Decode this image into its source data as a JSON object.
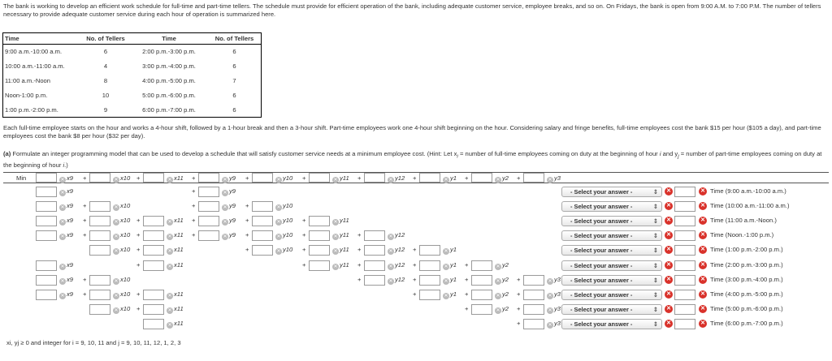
{
  "intro": "The bank is working to develop an efficient work schedule for full-time and part-time tellers. The schedule must provide for efficient operation of the bank, including adequate customer service, employee breaks, and so on. On Fridays, the bank is open from 9:00 A.M. to 7:00 P.M. The number of tellers necessary to provide adequate customer service during each hour of operation is summarized here.",
  "tellers_table": {
    "headers": [
      "Time",
      "No. of Tellers",
      "Time",
      "No. of Tellers"
    ],
    "rows": [
      [
        "9:00 a.m.-10:00 a.m.",
        "6",
        "2:00 p.m.-3:00 p.m.",
        "6"
      ],
      [
        "10:00 a.m.-11:00 a.m.",
        "4",
        "3:00 p.m.-4:00 p.m.",
        "6"
      ],
      [
        "11:00 a.m.-Noon",
        "8",
        "4:00 p.m.-5:00 p.m.",
        "7"
      ],
      [
        "Noon-1:00 p.m.",
        "10",
        "5:00 p.m.-6:00 p.m.",
        "6"
      ],
      [
        "1:00 p.m.-2:00 p.m.",
        "9",
        "6:00 p.m.-7:00 p.m.",
        "6"
      ]
    ]
  },
  "description": "Each full-time employee starts on the hour and works a 4-hour shift, followed by a 1-hour break and then a 3-hour shift. Part-time employees work one 4-hour shift beginning on the hour. Considering salary and fringe benefits, full-time employees cost the bank $15 per hour ($105 a day), and part-time employees cost the bank $8 per hour ($32 per day).",
  "part_a": {
    "label": "(a)",
    "text": "Formulate an integer programming model that can be used to develop a schedule that will satisfy customer service needs at a minimum employee cost. (Hint: Let x",
    "hint_i": "i",
    "text2": " = number of full-time employees coming on duty at the beginning of hour ",
    "i2": "i",
    "text3": " and y",
    "j": "j",
    "text4": " = number of part-time employees coming on duty at the beginning of hour ",
    "i3": "i",
    "text5": ".)"
  },
  "model": {
    "min_label": "Min",
    "select_placeholder": "- Select your answer -",
    "select_arrow": "⇕",
    "x_glyph": "✕",
    "check_glyph": "✕",
    "plus": "+",
    "vars": {
      "x9": "x9",
      "x10": "x10",
      "x11": "x11",
      "y9": "y9",
      "y10": "y10",
      "y11": "y11",
      "y12": "y12",
      "y1": "y1",
      "y2": "y2",
      "y3": "y3"
    },
    "constraint_labels": [
      "Time (9:00 a.m.-10:00 a.m.)",
      "Time (10:00 a.m.-11:00 a.m.)",
      "Time (11:00 a.m.-Noon.)",
      "Time (Noon.-1:00 p.m.)",
      "Time (1:00 p.m.-2:00 p.m.)",
      "Time (2:00 p.m.-3:00 p.m.)",
      "Time (3:00 p.m.-4:00 p.m.)",
      "Time (4:00 p.m.-5:00 p.m.)",
      "Time (5:00 p.m.-6:00 p.m.)",
      "Time (6:00 p.m.-7:00 p.m.)"
    ]
  },
  "footer": "xi, yj ≥ 0 and integer for i = 9, 10, 11 and j = 9, 10, 11, 12, 1, 2, 3",
  "colors": {
    "error_red": "#d9322b",
    "border": "#9a9a9a"
  }
}
